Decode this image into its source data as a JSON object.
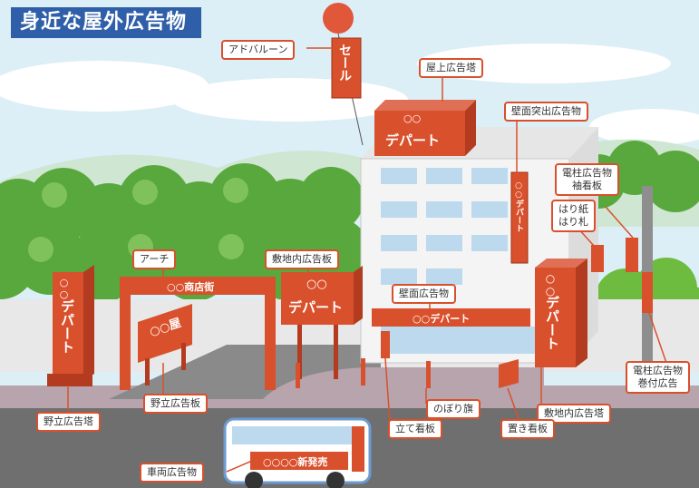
{
  "title": "身近な屋外広告物",
  "labels": {
    "adballoon": "アドバルーン",
    "rooftop": "屋上広告塔",
    "wall_projecting": "壁面突出広告物",
    "pole_sleeve_1": "電柱広告物",
    "pole_sleeve_2": "袖看板",
    "poster_1": "はり紙",
    "poster_2": "はり札",
    "arch": "アーチ",
    "premises_board": "敷地内広告板",
    "wall_ad": "壁面広告物",
    "field_tower": "野立広告塔",
    "field_board": "野立広告板",
    "banner_flag": "のぼり旗",
    "standing_sign": "立て看板",
    "premises_tower": "敷地内広告塔",
    "pole_wrap_1": "電柱広告物",
    "pole_wrap_2": "巻付広告",
    "written_sign": "置き看板",
    "vehicle": "車両広告物"
  },
  "signs": {
    "balloon": "セール",
    "roof_marks": "○○",
    "roof_name": "デパート",
    "arch_text": "○○商店街",
    "field_board_text": "○○屋",
    "tower_marks": "○○",
    "tower_name": "デパート",
    "premises_marks": "○○",
    "premises_name": "デパート",
    "wall_text": "○○デパート",
    "projecting_text": "○○デパート",
    "right_tower_marks": "○○",
    "right_tower_name": "デパート",
    "bus_text": "○○○○新発売"
  },
  "colors": {
    "sign_red": "#d9502c",
    "sign_dark": "#b33b1f",
    "title_blue": "#2f5fa8",
    "label_border": "#d9502c",
    "sky": "#dceef6",
    "tree_green": "#58a83d",
    "road_gray": "#6f6f6f",
    "building": "#f4f4f4",
    "window_blue": "#bcd9ee"
  }
}
